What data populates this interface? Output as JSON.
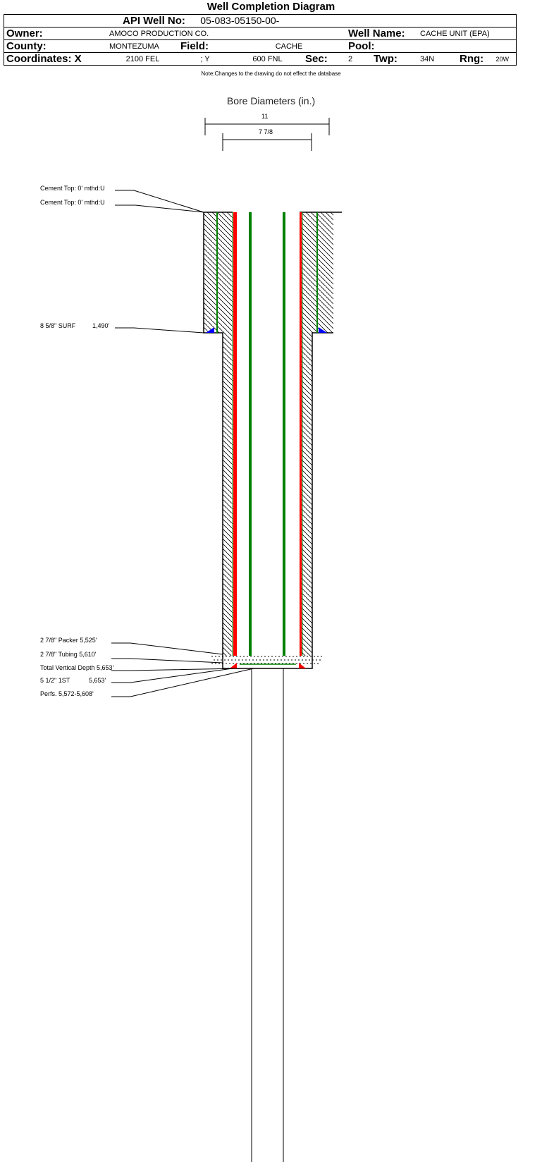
{
  "title": "Well Completion Diagram",
  "header": {
    "api_label": "API Well No:",
    "api_value": "05-083-05150-00-",
    "owner_label": "Owner:",
    "owner_value": "AMOCO PRODUCTION CO.",
    "well_name_label": "Well Name:",
    "well_name_value": "CACHE UNIT (EPA)",
    "county_label": "County:",
    "county_value": "MONTEZUMA",
    "field_label": "Field:",
    "field_value": "CACHE",
    "pool_label": "Pool:",
    "pool_value": "",
    "coord_x_label": "Coordinates: X",
    "coord_x_value": "2100 FEL",
    "coord_y_label": "; Y",
    "coord_y_value": "600 FNL",
    "sec_label": "Sec:",
    "sec_value": "2",
    "twp_label": "Twp:",
    "twp_value": "34N",
    "rng_label": "Rng:",
    "rng_value": "20W"
  },
  "note": "Note:Changes to the drawing do not effect the database",
  "bore": {
    "title": "Bore Diameters (in.)",
    "diameters": [
      "11",
      "7 7/8"
    ]
  },
  "labels": {
    "cement_top_1": "Cement Top: 0' mthd:U",
    "cement_top_2": "Cement Top: 0' mthd:U",
    "surface_casing": "8 5/8\" SURF",
    "surface_casing_depth": "1,490'",
    "packer": "2 7/8\" Packer 5,525'",
    "tubing": "2 7/8\" Tubing 5,610'",
    "tvd": "Total Vertical Depth 5,653'",
    "production_casing": "5 1/2\" 1ST",
    "production_casing_depth": "5,653'",
    "perfs": "Perfs. 5,572-5,608'"
  },
  "colors": {
    "surface_casing": "#008000",
    "production_casing": "#ff0000",
    "tubing": "#008000",
    "tubing_core": "#1f6fb0",
    "cement_shoe": "#0000ff"
  }
}
